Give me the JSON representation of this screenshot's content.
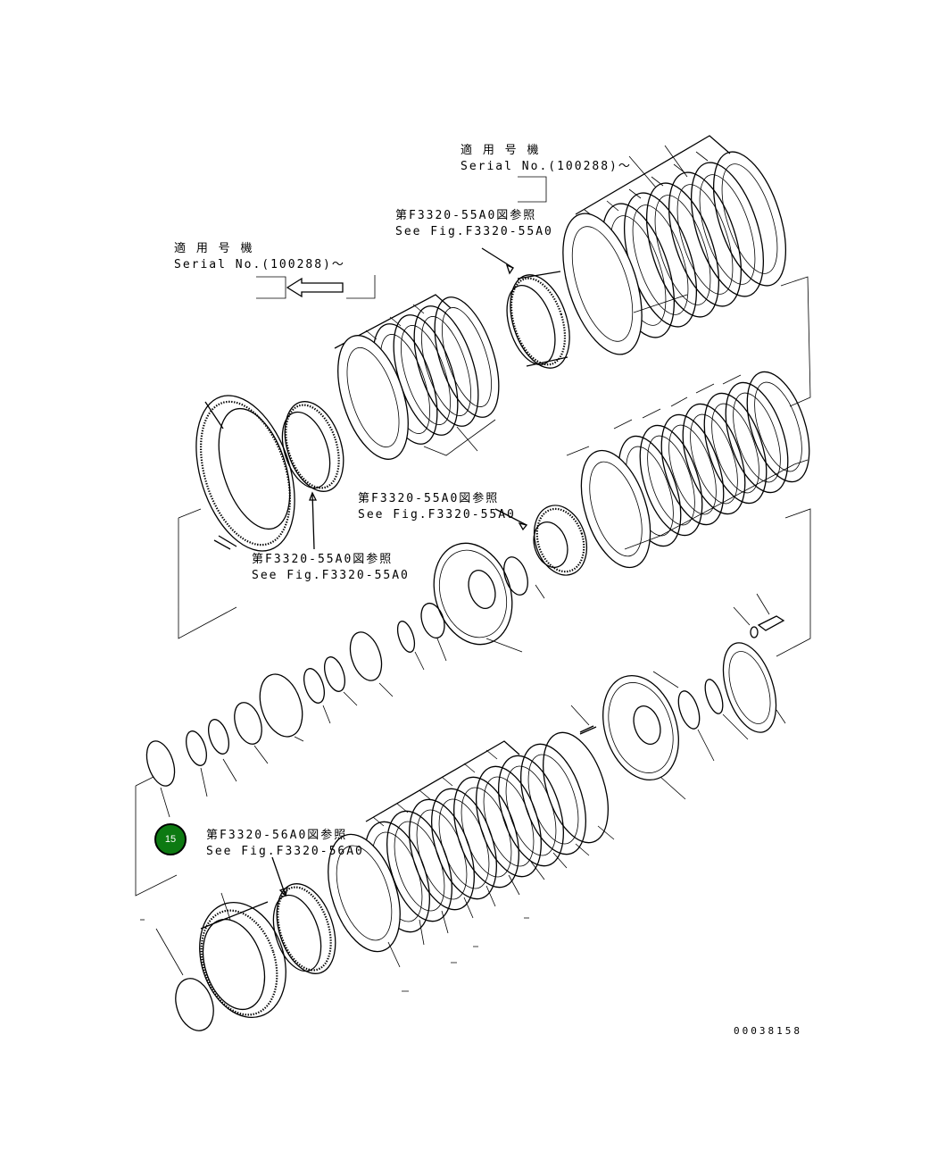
{
  "labels": {
    "serial_top": {
      "jp": "適 用 号 機",
      "en": "Serial No.(100288)～"
    },
    "serial_left": {
      "jp": "適 用 号 機",
      "en": "Serial No.(100288)～"
    },
    "ref_top": {
      "jp": "第F3320-55A0図参照",
      "en": "See Fig.F3320-55A0"
    },
    "ref_mid": {
      "jp": "第F3320-55A0図参照",
      "en": "See Fig.F3320-55A0"
    },
    "ref_left": {
      "jp": "第F3320-55A0図参照",
      "en": "See Fig.F3320-55A0"
    },
    "ref_bottom": {
      "jp": "第F3320-56A0図参照",
      "en": "See Fig.F3320-56A0"
    }
  },
  "callout": {
    "number": "15",
    "color": "#0d7a12"
  },
  "drawing_number": "00038158"
}
